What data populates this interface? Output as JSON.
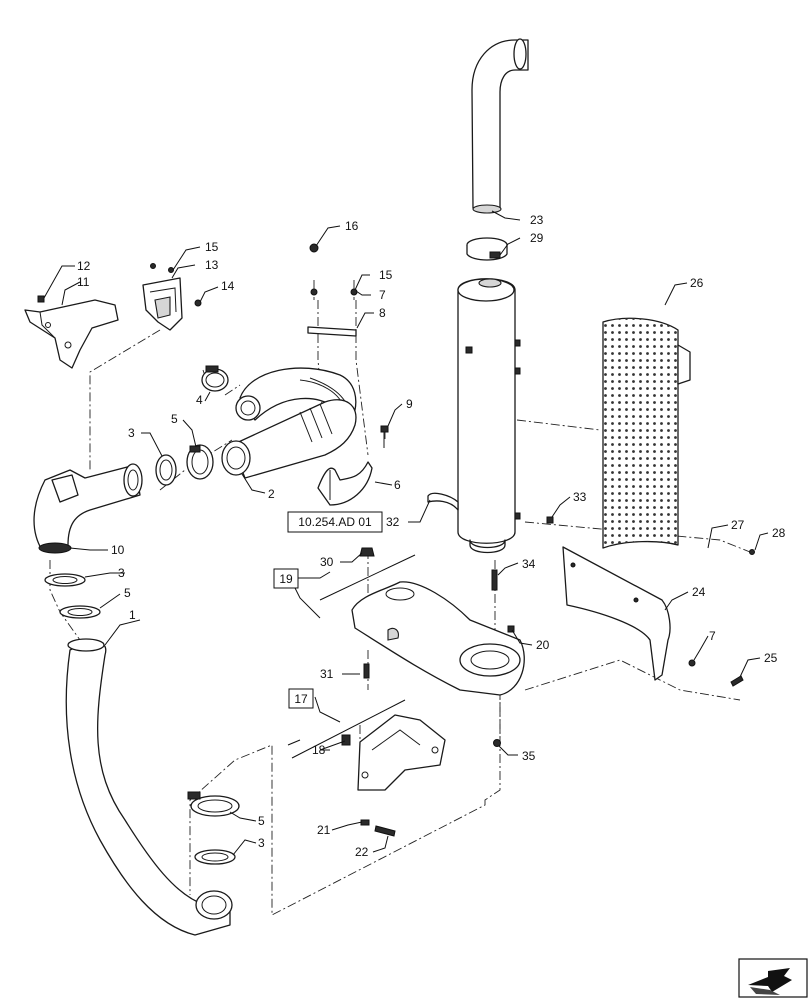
{
  "callouts": {
    "c1": "1",
    "c2": "2",
    "c3a": "3",
    "c3b": "3",
    "c3c": "3",
    "c4": "4",
    "c5a": "5",
    "c5b": "5",
    "c5c": "5",
    "c6": "6",
    "c7a": "7",
    "c7b": "7",
    "c8": "8",
    "c9": "9",
    "c10": "10",
    "c11": "11",
    "c12": "12",
    "c13": "13",
    "c14": "14",
    "c15a": "15",
    "c15b": "15",
    "c16": "16",
    "c18": "18",
    "c20": "20",
    "c21": "21",
    "c22": "22",
    "c23": "23",
    "c24": "24",
    "c25": "25",
    "c26": "26",
    "c27": "27",
    "c28": "28",
    "c29": "29",
    "c30": "30",
    "c31": "31",
    "c32": "32",
    "c33": "33",
    "c34": "34",
    "c35": "35"
  },
  "references": {
    "section_ref": "10.254.AD 01",
    "box19": "19",
    "box17": "17"
  },
  "icons": {
    "corner": "navigation-arrow-icon"
  }
}
